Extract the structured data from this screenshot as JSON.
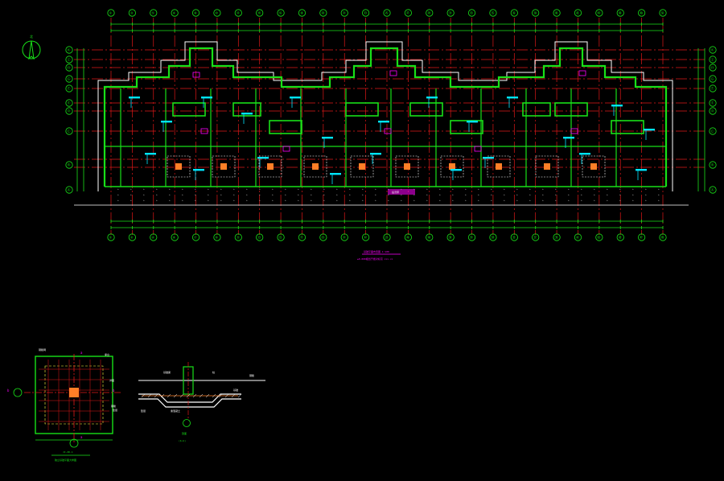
{
  "colors": {
    "background": "#000000",
    "wall": "#18e018",
    "axis_red": "#e01818",
    "dim_green": "#18e018",
    "note_cyan": "#00e5ff",
    "tag_magenta": "#ff00ff",
    "pad_orange": "#ff7f27",
    "white": "#ffffff",
    "yellow": "#ffff40"
  },
  "plan": {
    "north_label": "北",
    "top_axis_labels": [
      "①",
      "③",
      "⑤",
      "⑥",
      "⑧",
      "⑩",
      "⑫",
      "⑭",
      "⑯",
      "⑱",
      "⑳",
      "㉑",
      "㉓",
      "㉕",
      "㉗",
      "㉙",
      "㉛",
      "㉝",
      "㉟",
      "㊱",
      "㊳",
      "㊵",
      "㊷",
      "㊹",
      "㊻",
      "㊽",
      "㊿"
    ],
    "bottom_axis_labels": [
      "①",
      "②",
      "④",
      "⑥",
      "⑦",
      "⑨",
      "⑪",
      "⑬",
      "⑮",
      "⑰",
      "⑲",
      "㉑",
      "㉒",
      "㉔",
      "㉖",
      "㉘",
      "㉚",
      "㉜",
      "㉞",
      "㉟",
      "㊲",
      "㊴",
      "㊶",
      "㊸",
      "㊺",
      "㊼",
      "㊾"
    ],
    "left_axis_labels": [
      "Ⓚ",
      "Ⓙ",
      "Ⓗ",
      "Ⓖ",
      "Ⓕ",
      "Ⓔ",
      "Ⓓ",
      "Ⓒ",
      "Ⓑ",
      "Ⓐ"
    ],
    "right_axis_labels": [
      "Ⓚ",
      "Ⓙ",
      "Ⓗ",
      "Ⓖ",
      "Ⓕ",
      "Ⓔ",
      "Ⓓ",
      "Ⓒ",
      "Ⓑ",
      "Ⓐ"
    ],
    "title_line1": "基础平面布置图  1:100",
    "title_line2": "±0.000相当于绝对标高  ×××.××",
    "center_tag": "后浇带"
  },
  "detail_plan": {
    "label_a_top": "a",
    "label_a_bottom": "a",
    "label_b_left": "b",
    "label_b_right": "b",
    "callouts": [
      "钢筋网",
      "承台",
      "详图",
      "钢筋",
      "垫层"
    ],
    "title": "JC-ZD-1",
    "subtitle": "独立基础平面大样图"
  },
  "detail_section": {
    "callouts": [
      "基础梁",
      "柱",
      "钢筋",
      "垫层",
      "素混凝土",
      "基础"
    ],
    "title": "剖面",
    "subtitle": "(b-b)"
  }
}
